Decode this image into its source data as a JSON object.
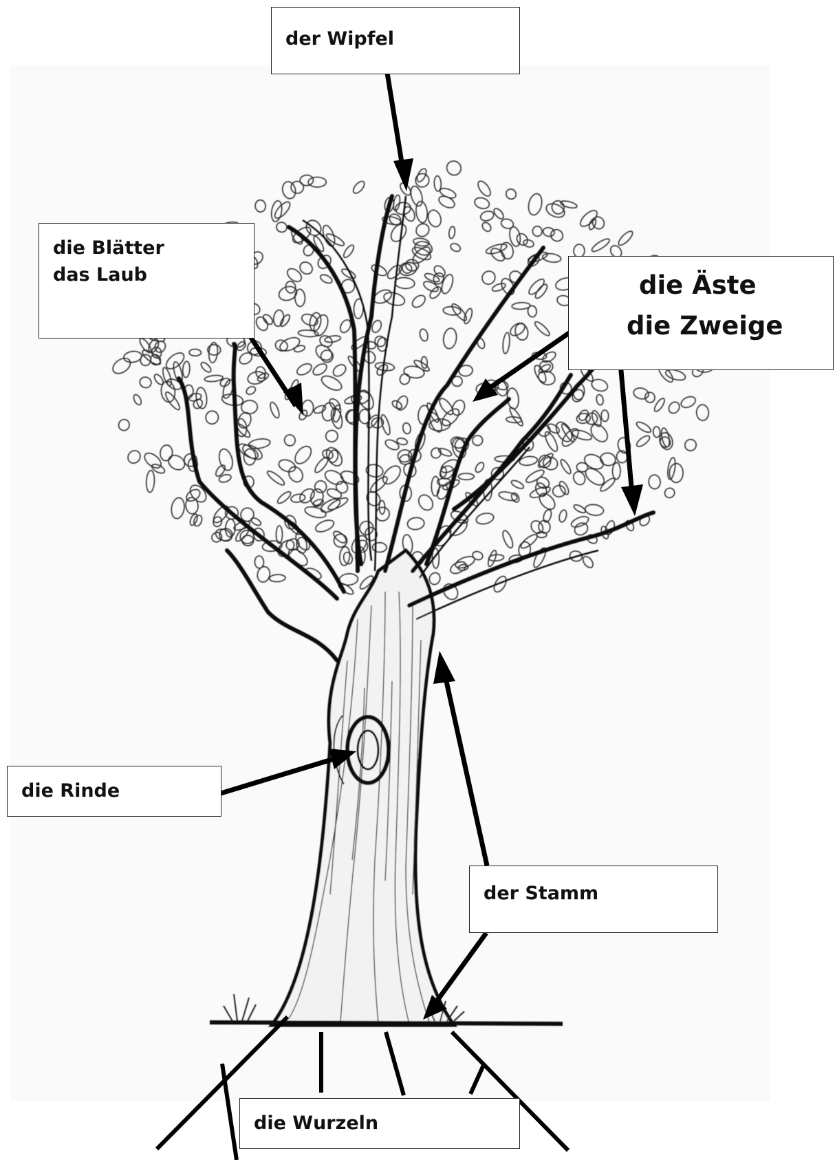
{
  "labels": {
    "wipfel": "der Wipfel",
    "blaetter": [
      "die Blätter",
      "das Laub"
    ],
    "aeste": [
      "die Äste",
      "die Zweige"
    ],
    "rinde": "die Rinde",
    "stamm": "der Stamm",
    "wurzeln": "die Wurzeln"
  },
  "colors": {
    "ink": "#111111",
    "box_border": "#222222",
    "paper": "#fafafa"
  }
}
